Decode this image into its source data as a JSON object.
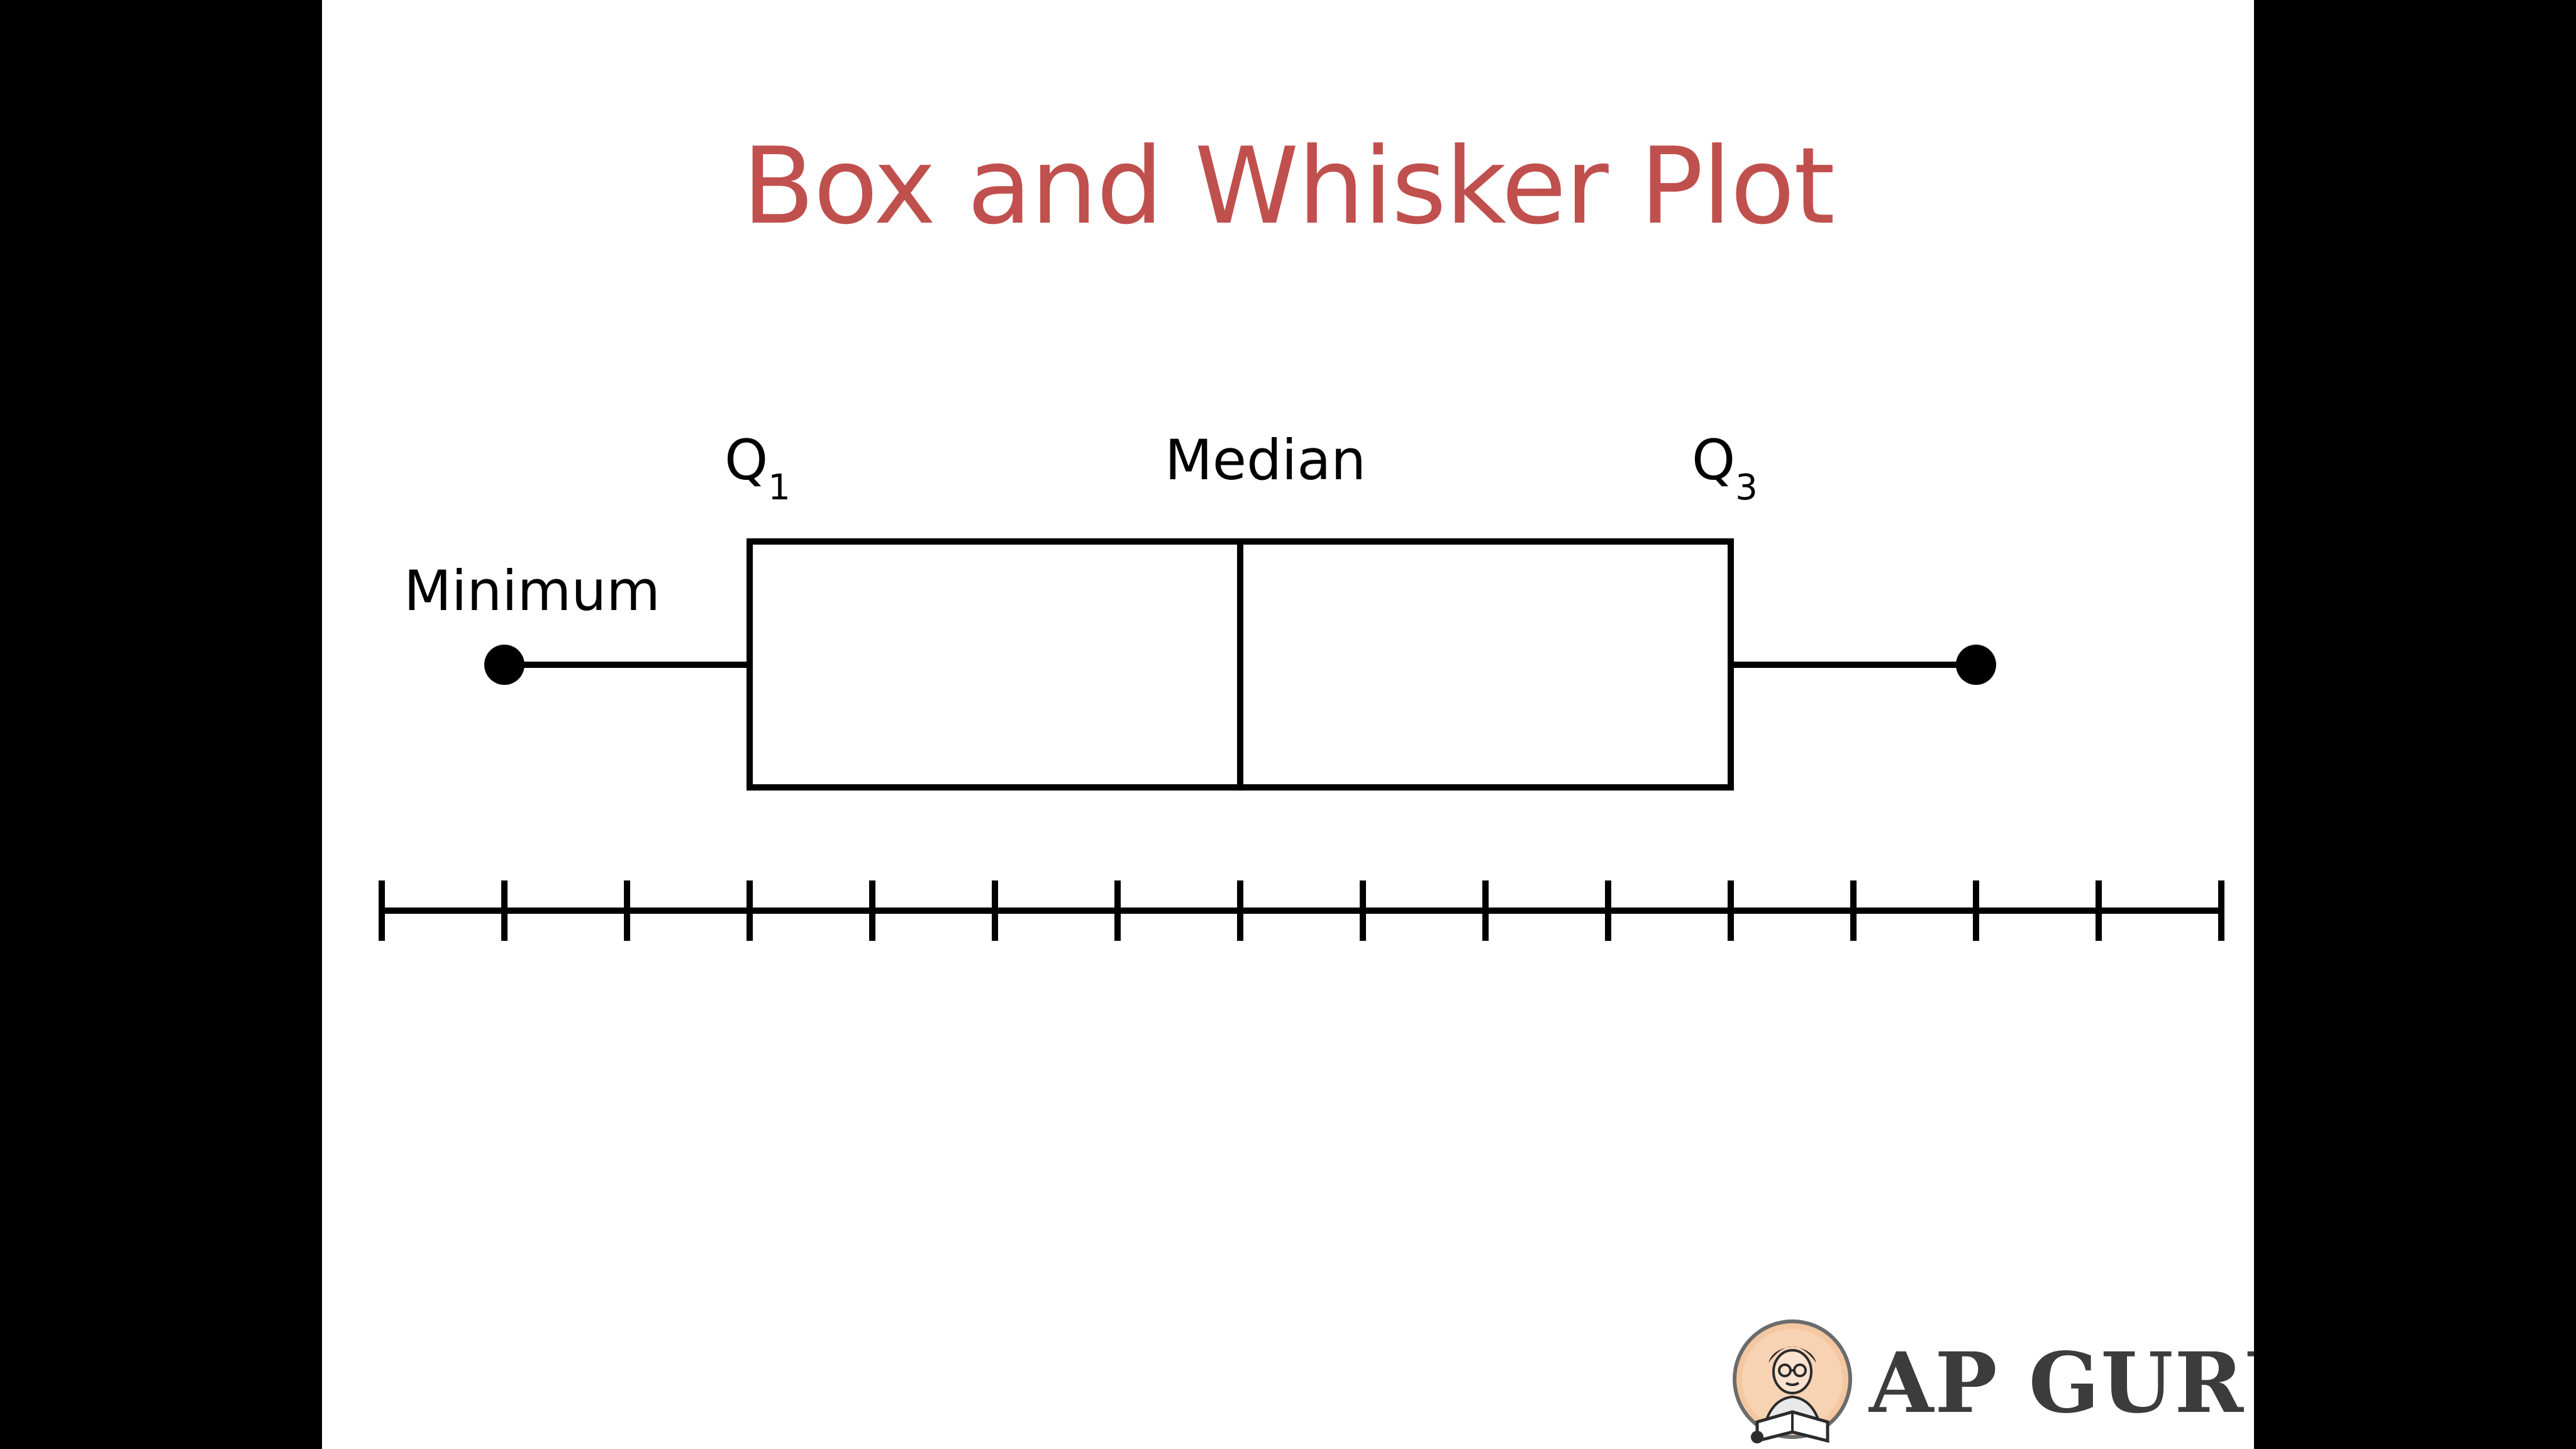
{
  "slide": {
    "title": "Box and Whisker Plot",
    "title_color": "#c0504d",
    "background": "#ffffff",
    "letterbox_color": "#000000"
  },
  "labels": {
    "q1_main": "Q",
    "q1_sub": "1",
    "median": "Median",
    "q3_main": "Q",
    "q3_sub": "3",
    "minimum": "Minimum"
  },
  "boxplot": {
    "minimum_tick": 1,
    "q1_tick": 3,
    "median_tick": 7,
    "q3_tick": 11,
    "maximum_tick": 13,
    "tick_count": 16,
    "stroke_color": "#000000"
  },
  "logo": {
    "text": "AP GURU",
    "icon": "reading-person-avatar-icon"
  }
}
